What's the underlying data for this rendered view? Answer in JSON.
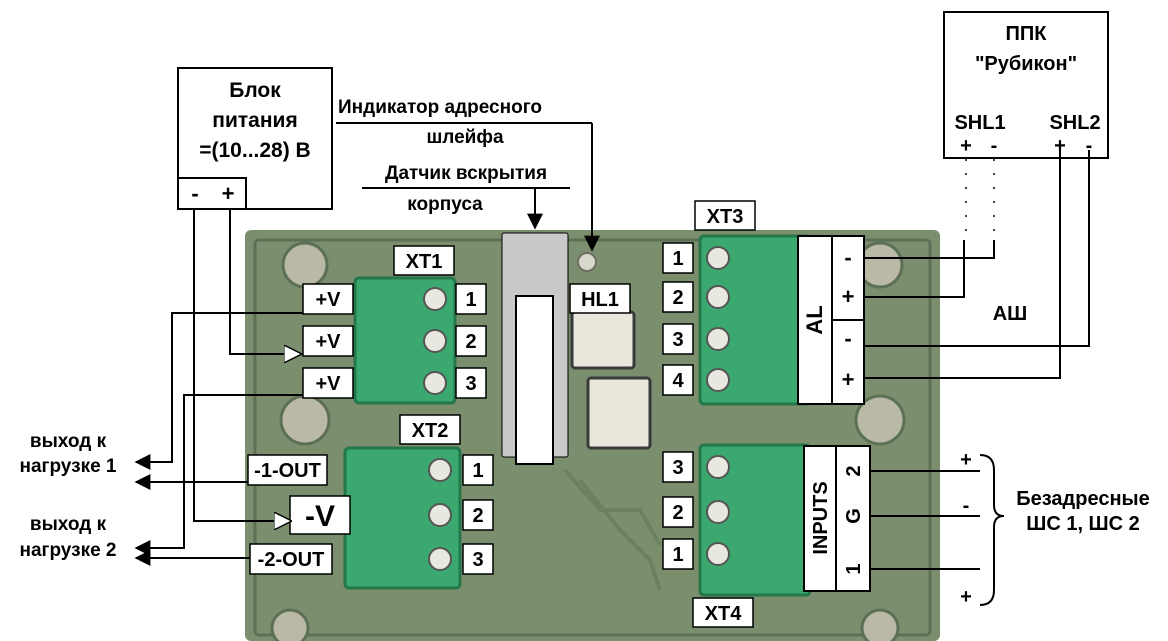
{
  "colors": {
    "pcb": "#7b8f6f",
    "pcb_dark": "#5d6f55",
    "terminal": "#3aa86f",
    "terminal_dark": "#24774b",
    "mount_hole": "#b9b9a6",
    "sensor": "#c9c9c9",
    "chip": "#3a3a3a",
    "wire": "#000000",
    "label_bg": "#ffffff"
  },
  "power_supply": {
    "line1": "Блок",
    "line2": "питания",
    "line3": "=(10...28) В",
    "minus": "-",
    "plus": "+"
  },
  "ppk": {
    "line1": "ППК",
    "line2": "\"Рубикон\"",
    "shl1": "SHL1",
    "shl2": "SHL2",
    "shl1_plus": "+",
    "shl1_minus": "-",
    "shl2_plus": "+",
    "shl2_minus": "-"
  },
  "indicator_label": {
    "line1": "Индикатор адресного",
    "line2": "шлейфа"
  },
  "tamper_label": {
    "line1": "Датчик вскрытия",
    "line2": "корпуса"
  },
  "connectors": {
    "xt1": "XT1",
    "xt2": "XT2",
    "xt3": "XT3",
    "xt4": "XT4",
    "hl1": "HL1"
  },
  "xt1_pins": [
    "1",
    "2",
    "3"
  ],
  "xt1_labels": [
    "+V",
    "+V",
    "+V"
  ],
  "xt2_pins": [
    "1",
    "2",
    "3"
  ],
  "xt2_labels": [
    "-1-OUT",
    "-V",
    "-2-OUT"
  ],
  "xt3_pins": [
    "1",
    "2",
    "3",
    "4"
  ],
  "xt3_signs": [
    "-",
    "+",
    "-",
    "+"
  ],
  "xt3_group_label": "AL",
  "xt4_pins": [
    "3",
    "2",
    "1"
  ],
  "inputs_label": "INPUTS",
  "inputs_pins": [
    "2",
    "G",
    "1"
  ],
  "ash_label": "АШ",
  "outputs": {
    "out1_line1": "выход к",
    "out1_line2": "нагрузке 1",
    "out2_line1": "выход к",
    "out2_line2": "нагрузке 2"
  },
  "bezadres": {
    "line1": "Безадресные",
    "line2": "ШС 1, ШС 2",
    "sign_top": "+",
    "sign_mid": "-",
    "sign_bot": "+"
  }
}
